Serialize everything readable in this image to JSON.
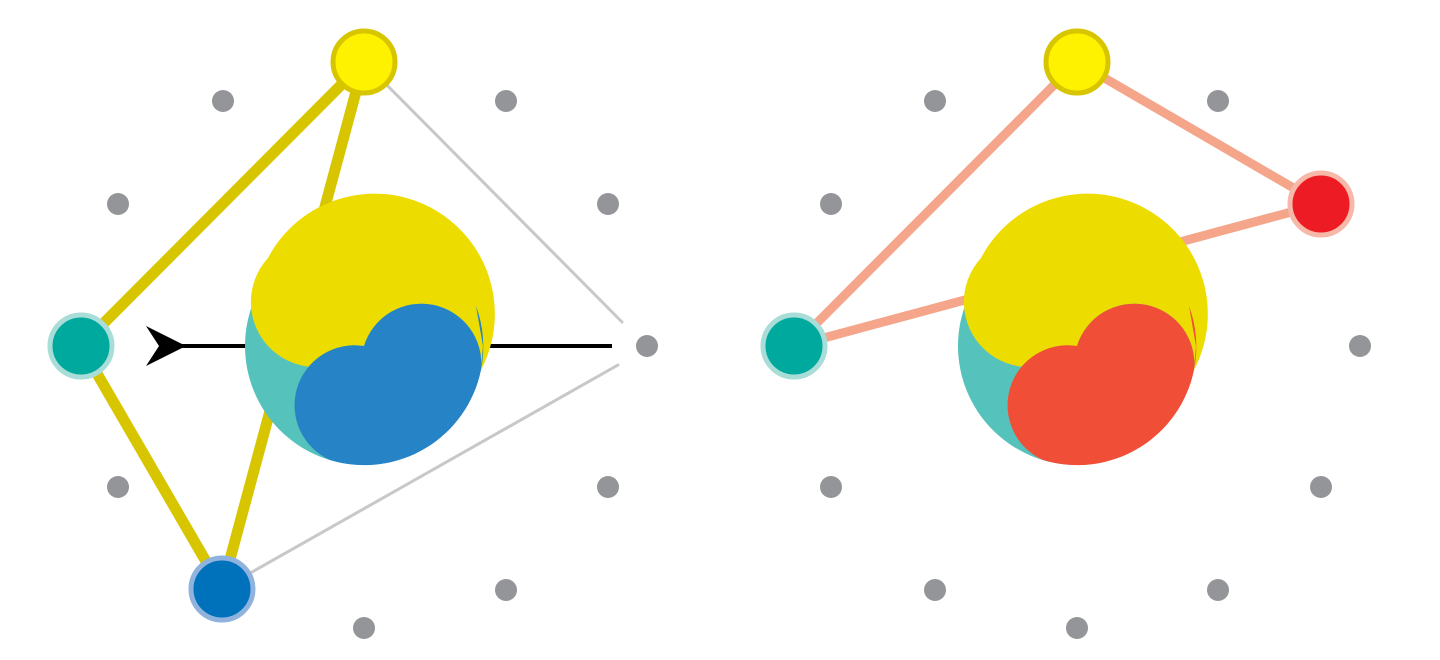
{
  "colors": {
    "background": "#ffffff",
    "grid_dot": "#939598",
    "yellow_node": "#fff200",
    "yellow_ring": "#d7c500",
    "teal_node": "#00a99d",
    "teal_ring": "#a8ddd8",
    "blue_node": "#0072bc",
    "blue_ring": "#8fb3dd",
    "red_node": "#ed1c24",
    "red_ring": "#f6b8a8",
    "edge_yellow": "#d7c500",
    "edge_gray": "#c8c8c8",
    "edge_salmon": "#f4a58a",
    "arrow": "#000000",
    "swirl_teal": "#56c2bc",
    "swirl_yellow": "#ecdc00",
    "swirl_blue": "#2684c6",
    "swirl_red": "#f04e37"
  },
  "panels": [
    {
      "id": "left",
      "nodes": [
        "yellow",
        "teal",
        "blue"
      ],
      "swirl": [
        "teal",
        "yellow",
        "blue"
      ],
      "arrow": "arrow-left-icon"
    },
    {
      "id": "right",
      "nodes": [
        "yellow",
        "teal",
        "red"
      ],
      "swirl": [
        "teal",
        "yellow",
        "red"
      ]
    }
  ]
}
